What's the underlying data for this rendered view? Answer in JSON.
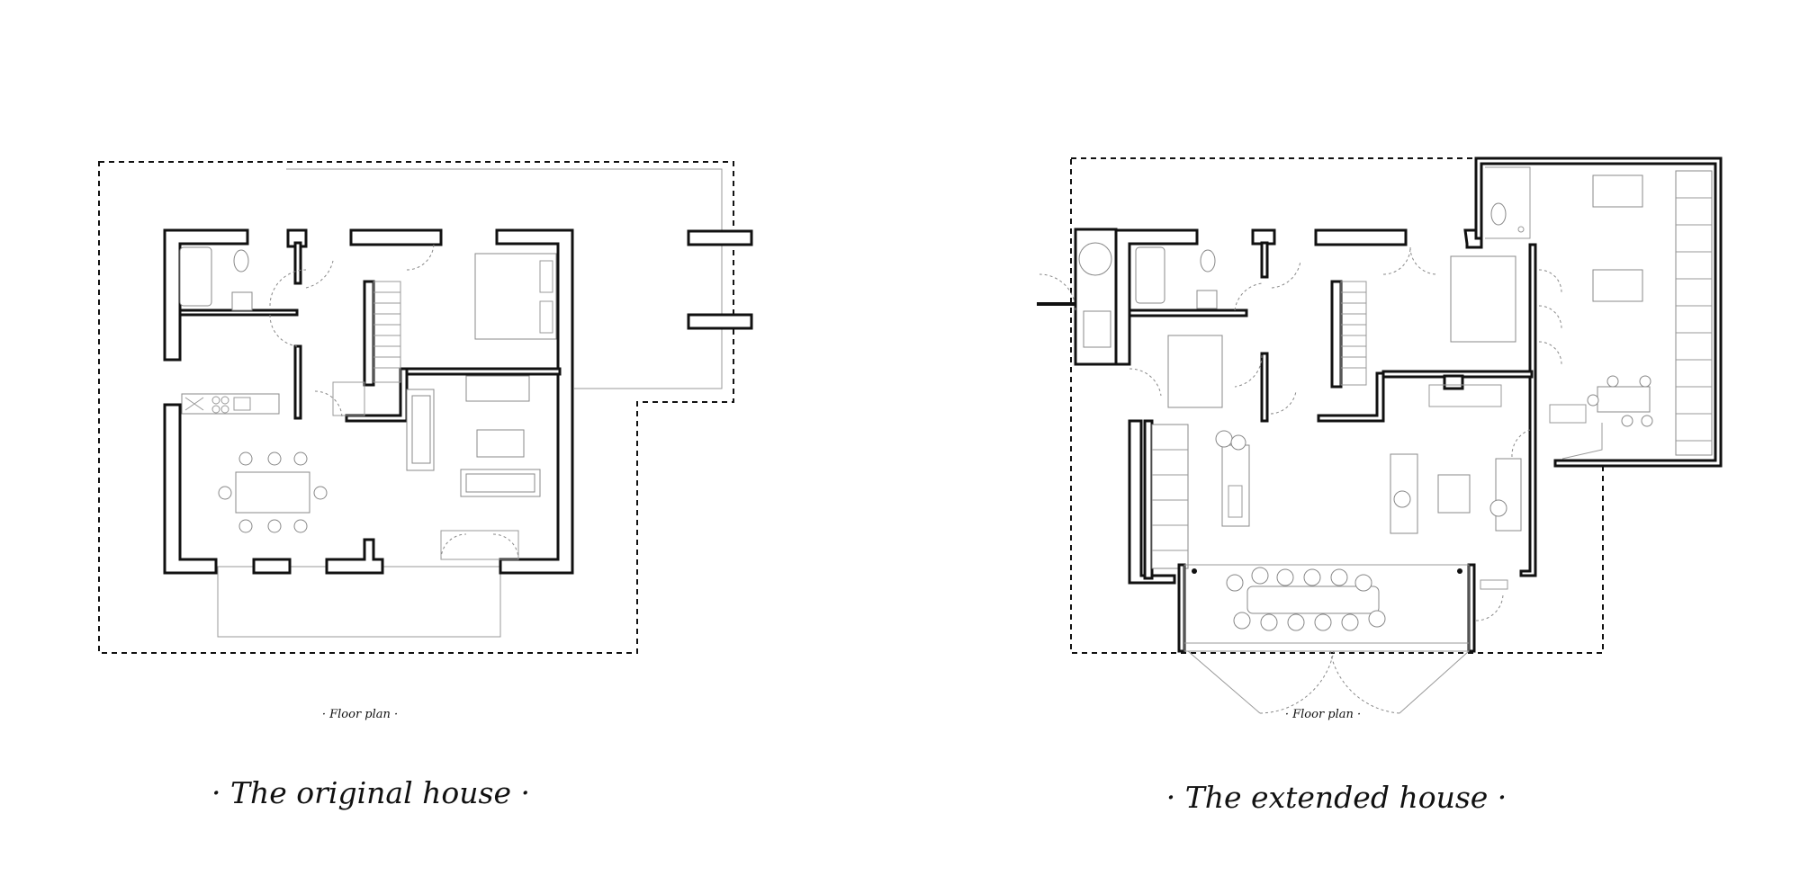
{
  "left_panel": {
    "caption": "· Floor plan ·",
    "title": "· The original house ·"
  },
  "right_panel": {
    "caption": "· Floor plan ·",
    "title": "· The extended house ·"
  },
  "colors": {
    "wall": "#111111",
    "line": "#999999",
    "background": "#ffffff"
  }
}
